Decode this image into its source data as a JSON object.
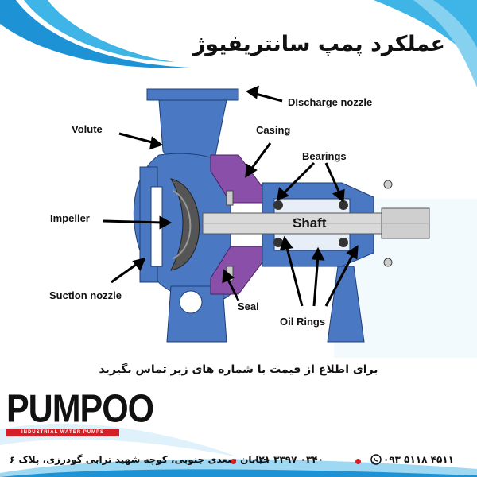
{
  "header": {
    "title": "عملکرد پمپ سانتریفیوژ"
  },
  "labels": {
    "discharge_nozzle": "DIscharge nozzle",
    "volute": "Volute",
    "casing": "Casing",
    "bearings": "Bearings",
    "impeller": "Impeller",
    "shaft": "Shaft",
    "suction_nozzle": "Suction nozzle",
    "seal": "Seal",
    "oil_rings": "Oil Rings"
  },
  "cta": "برای اطلاع از قیمت با شماره های زیر تماس بگیرید",
  "brand": {
    "name": "PUMPOO",
    "tagline": "INDUSTRIAL WATER PUMPS"
  },
  "footer": {
    "phone_mobile": "۰۹۳ ۵۱۱۸ ۴۵۱۱",
    "phone_office": "۰۲۱ ۳۳۹۷ ۰۳۴۰",
    "address": "خیابان سعدی جنوبی، کوچه شهید ترابی گودرزی، پلاک ۶"
  },
  "colors": {
    "accent": "#d41f26",
    "pump_blue": "#4a78c2",
    "casing_purple": "#8a4fa8",
    "wave_blue": "#29a8e0"
  }
}
